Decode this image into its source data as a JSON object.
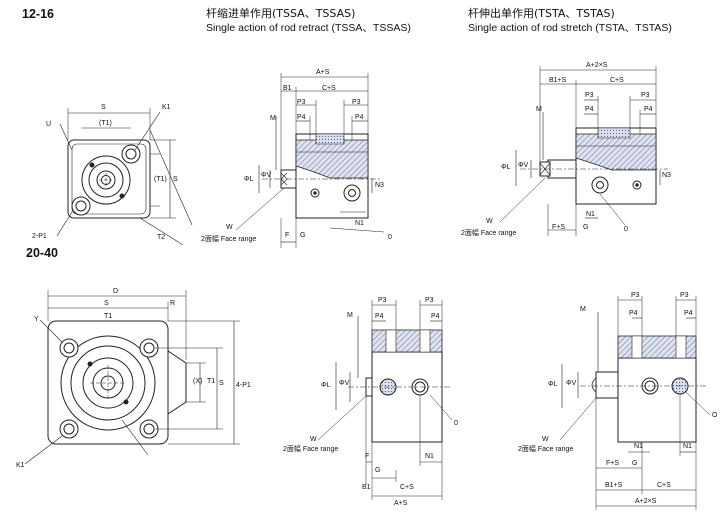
{
  "size_top": "12-16",
  "size_bottom": "20-40",
  "headers": {
    "tssa_cn": "杆缩进单作用(TSSA、TSSAS)",
    "tssa_en": "Single action of rod retract (TSSA、TSSAS)",
    "tsta_cn": "杆伸出单作用(TSTA、TSTAS)",
    "tsta_en": "Single action of rod stretch (TSTA、TSTAS)"
  },
  "labels": {
    "front_small": [
      "S",
      "(T1)",
      "K1",
      "U",
      "S",
      "(T1)",
      "T2",
      "2-P1"
    ],
    "front_large": [
      "D",
      "S",
      "R",
      "T1",
      "Y",
      "(X)",
      "T1",
      "S",
      "4-P1",
      "K1"
    ],
    "tssa": [
      "A+S",
      "B1",
      "C+S",
      "P3",
      "P3",
      "P4",
      "P4",
      "M",
      "ΦL",
      "ΦV",
      "N3",
      "N1",
      "W",
      "2面幅 Face range",
      "F",
      "G",
      "0"
    ],
    "tsta": [
      "A+2×S",
      "B1+S",
      "C+S",
      "P3",
      "P3",
      "P4",
      "P4",
      "M",
      "ΦL",
      "ΦV",
      "N3",
      "N1",
      "W",
      "2面幅 Face range",
      "F+S",
      "G",
      "0"
    ],
    "tssa_large": [
      "P3",
      "P3",
      "P4",
      "P4",
      "M",
      "ΦL",
      "ΦV",
      "0",
      "W",
      "2面幅 Face range",
      "F",
      "N1",
      "G",
      "B1",
      "C+S",
      "A+S"
    ],
    "tsta_large": [
      "P3",
      "P3",
      "P4",
      "P4",
      "M",
      "ΦL",
      "ΦV",
      "O",
      "W",
      "2面幅 Face range",
      "N1",
      "N1",
      "F+S",
      "G",
      "B1+S",
      "C+S",
      "A+2×S"
    ]
  }
}
